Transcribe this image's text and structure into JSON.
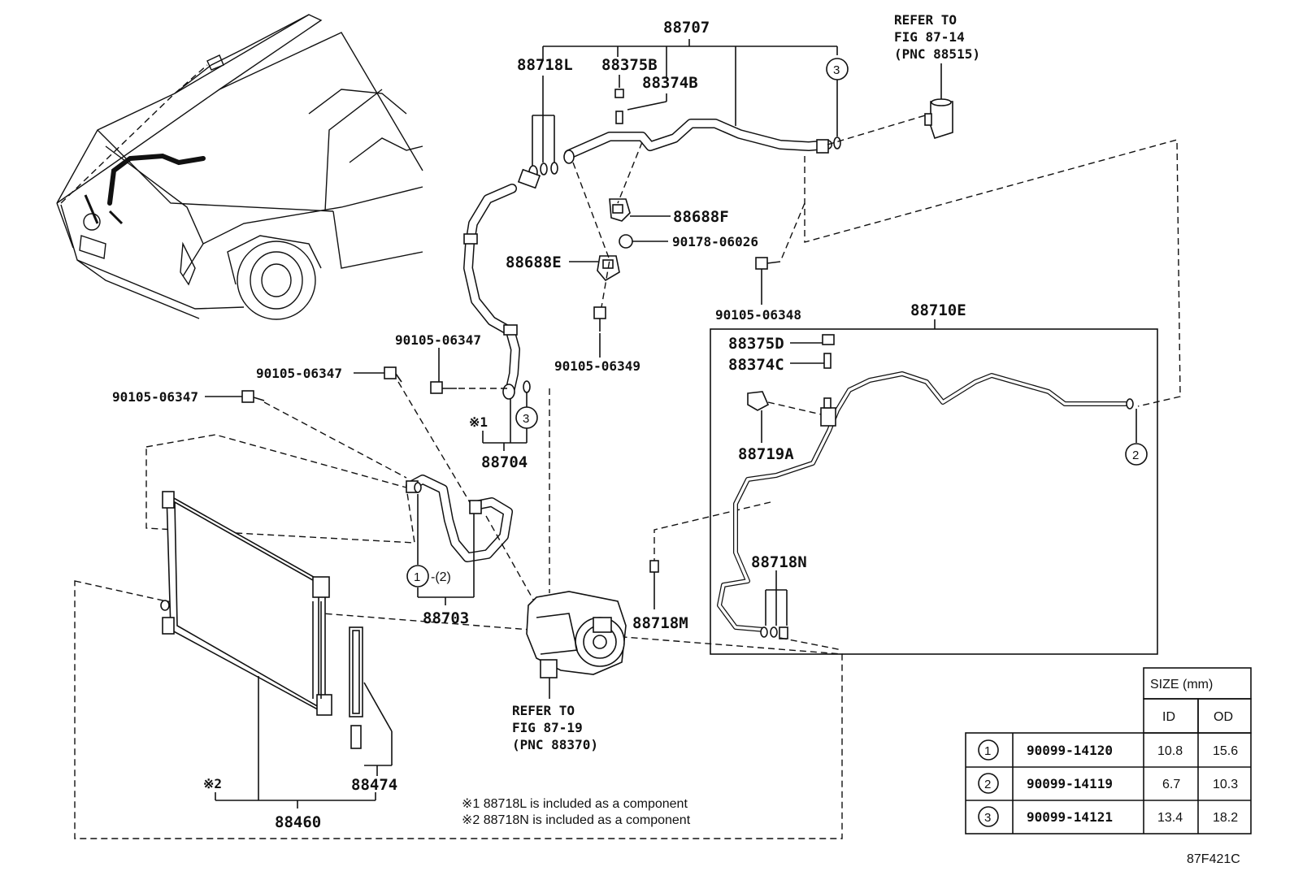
{
  "diagram_code": "87F421C",
  "callouts": {
    "assy_88707": "88707",
    "p88718L": "88718L",
    "p88375B": "88375B",
    "p88374B": "88374B",
    "p88688F": "88688F",
    "p90178": "90178-06026",
    "p88688E": "88688E",
    "p90105_06349": "90105-06349",
    "p90105_06348": "90105-06348",
    "p90105_06347_a": "90105-06347",
    "p90105_06347_b": "90105-06347",
    "p90105_06347_c": "90105-06347",
    "p88704": "88704",
    "p88703": "88703",
    "p88460": "88460",
    "p88474": "88474",
    "assy_88710E": "88710E",
    "p88375D": "88375D",
    "p88374C": "88374C",
    "p88719A": "88719A",
    "p88718N": "88718N",
    "p88718M": "88718M",
    "mark1": "※1",
    "mark2": "※2",
    "circle_1": "1",
    "circle_2": "2",
    "circle_3": "3",
    "circle_1_suffix": "-(2)"
  },
  "references": {
    "expansion_valve": [
      "REFER TO",
      "FIG 87-14",
      "(PNC 88515)"
    ],
    "compressor": [
      "REFER TO",
      "FIG 87-19",
      "(PNC 88370)"
    ]
  },
  "notes": [
    "※1 88718L is included as a component",
    "※2 88718N is included as a component"
  ],
  "size_table": {
    "header": "SIZE (mm)",
    "col_id": "ID",
    "col_od": "OD",
    "rows": [
      {
        "mark": "1",
        "part": "90099-14120",
        "id": "10.8",
        "od": "15.6"
      },
      {
        "mark": "2",
        "part": "90099-14119",
        "id": "6.7",
        "od": "10.3"
      },
      {
        "mark": "3",
        "part": "90099-14121",
        "id": "13.4",
        "od": "18.2"
      }
    ]
  }
}
